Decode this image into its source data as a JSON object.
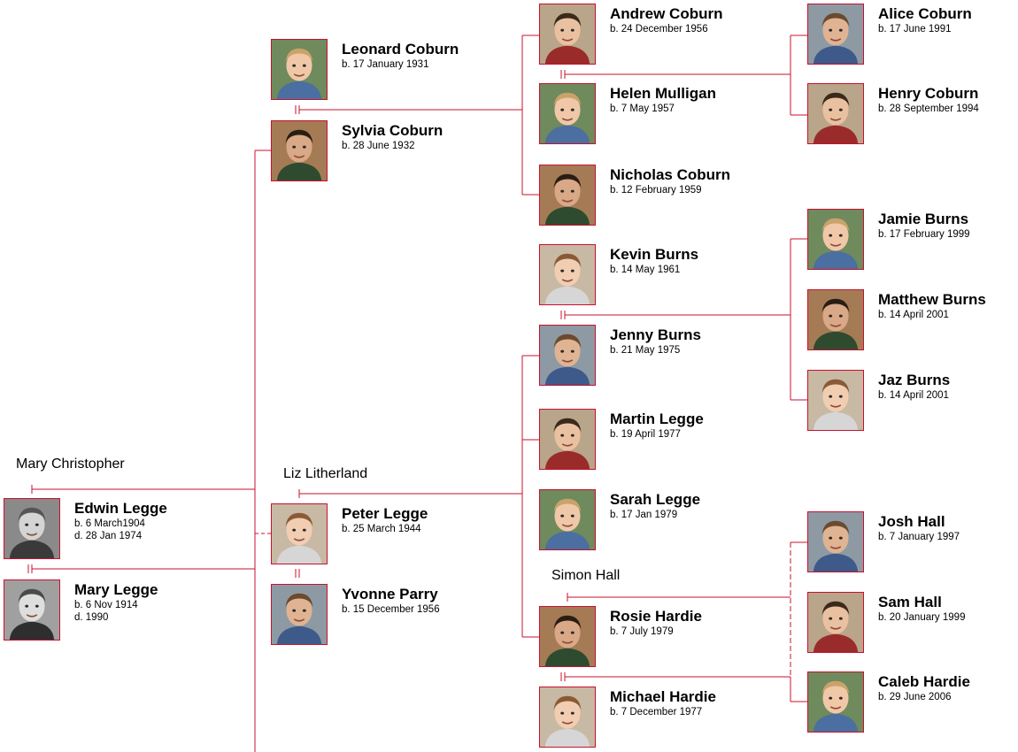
{
  "colors": {
    "line": "#c8102e",
    "photo_border": "#c8102e"
  },
  "spouses": [
    {
      "id": "mary-christopher",
      "name": "Mary Christopher"
    },
    {
      "id": "liz-litherland",
      "name": "Liz Litherland"
    },
    {
      "id": "simon-hall",
      "name": "Simon Hall"
    }
  ],
  "people": [
    {
      "id": "edwin-legge",
      "name": "Edwin Legge",
      "born": "b. 6 March1904",
      "died": "d. 28 Jan 1974",
      "photo": "grayscale"
    },
    {
      "id": "mary-legge",
      "name": "Mary Legge",
      "born": "b. 6 Nov 1914",
      "died": "d. 1990",
      "photo": "grayscale"
    },
    {
      "id": "leonard-coburn",
      "name": "Leonard Coburn",
      "born": "b. 17 January 1931",
      "died": "",
      "photo": "color"
    },
    {
      "id": "sylvia-coburn",
      "name": "Sylvia Coburn",
      "born": "b. 28 June 1932",
      "died": "",
      "photo": "color"
    },
    {
      "id": "peter-legge",
      "name": "Peter Legge",
      "born": "b. 25 March 1944",
      "died": "",
      "photo": "color"
    },
    {
      "id": "yvonne-parry",
      "name": "Yvonne Parry",
      "born": "b. 15 December 1956",
      "died": "",
      "photo": "color"
    },
    {
      "id": "andrew-coburn",
      "name": "Andrew Coburn",
      "born": "b. 24 December 1956",
      "died": "",
      "photo": "color"
    },
    {
      "id": "helen-mulligan",
      "name": "Helen Mulligan",
      "born": "b. 7 May 1957",
      "died": "",
      "photo": "color"
    },
    {
      "id": "nicholas-coburn",
      "name": "Nicholas Coburn",
      "born": "b. 12 February 1959",
      "died": "",
      "photo": "color"
    },
    {
      "id": "kevin-burns",
      "name": "Kevin Burns",
      "born": "b. 14 May 1961",
      "died": "",
      "photo": "color"
    },
    {
      "id": "jenny-burns",
      "name": "Jenny Burns",
      "born": "b. 21 May 1975",
      "died": "",
      "photo": "color"
    },
    {
      "id": "martin-legge",
      "name": "Martin Legge",
      "born": "b. 19 April 1977",
      "died": "",
      "photo": "color"
    },
    {
      "id": "sarah-legge",
      "name": "Sarah Legge",
      "born": "b. 17 Jan 1979",
      "died": "",
      "photo": "color"
    },
    {
      "id": "rosie-hardie",
      "name": "Rosie Hardie",
      "born": "b. 7 July 1979",
      "died": "",
      "photo": "color"
    },
    {
      "id": "michael-hardie",
      "name": "Michael Hardie",
      "born": "b. 7 December 1977",
      "died": "",
      "photo": "color"
    },
    {
      "id": "alice-coburn",
      "name": "Alice Coburn",
      "born": "b. 17 June 1991",
      "died": "",
      "photo": "color"
    },
    {
      "id": "henry-coburn",
      "name": "Henry Coburn",
      "born": "b. 28 September 1994",
      "died": "",
      "photo": "color"
    },
    {
      "id": "jamie-burns",
      "name": "Jamie Burns",
      "born": "b. 17 February 1999",
      "died": "",
      "photo": "color"
    },
    {
      "id": "matthew-burns",
      "name": "Matthew Burns",
      "born": "b. 14 April 2001",
      "died": "",
      "photo": "color"
    },
    {
      "id": "jaz-burns",
      "name": "Jaz Burns",
      "born": "b. 14 April 2001",
      "died": "",
      "photo": "color"
    },
    {
      "id": "josh-hall",
      "name": "Josh Hall",
      "born": "b. 7 January 1997",
      "died": "",
      "photo": "color"
    },
    {
      "id": "sam-hall",
      "name": "Sam Hall",
      "born": "b. 20 January 1999",
      "died": "",
      "photo": "color"
    },
    {
      "id": "caleb-hardie",
      "name": "Caleb Hardie",
      "born": "b. 29 June 2006",
      "died": "",
      "photo": "color"
    }
  ]
}
